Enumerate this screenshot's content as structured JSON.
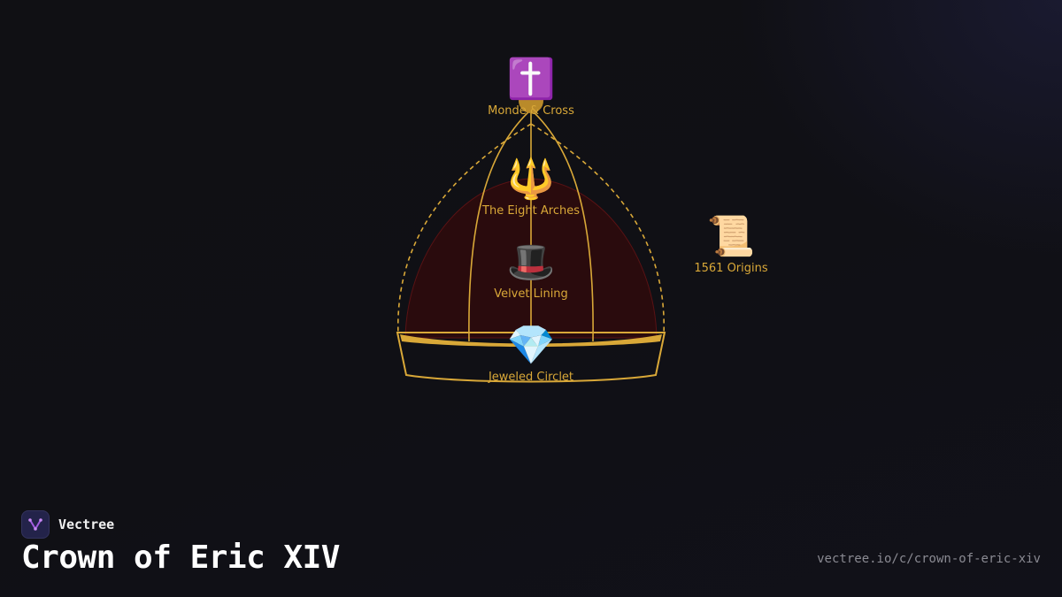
{
  "diagram": {
    "colors": {
      "gold": "#d9a838",
      "velvet": "#2a0b0d",
      "background": "#111116"
    },
    "nodes": {
      "monde": {
        "icon": "orthodox-cross-icon",
        "glyph": "✝️",
        "label": "Monde & Cross"
      },
      "arches": {
        "icon": "trident-icon",
        "glyph": "🔱",
        "label": "The Eight Arches"
      },
      "velvet": {
        "icon": "top-hat-icon",
        "glyph": "🎩",
        "label": "Velvet Lining"
      },
      "circlet": {
        "icon": "gem-icon",
        "glyph": "💎",
        "label": "Jeweled Circlet"
      },
      "origins": {
        "icon": "scroll-icon",
        "glyph": "📜",
        "label": "1561 Origins"
      }
    }
  },
  "footer": {
    "brand": {
      "icon": "vectree-logo-icon",
      "name": "Vectree"
    },
    "title": "Crown of Eric XIV",
    "url": "vectree.io/c/crown-of-eric-xiv"
  }
}
